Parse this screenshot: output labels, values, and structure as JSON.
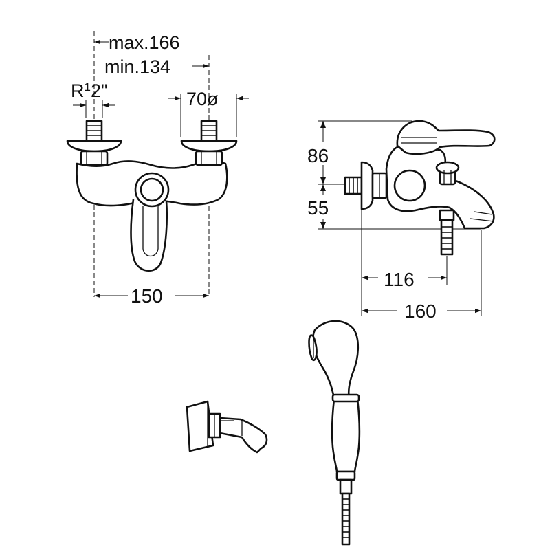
{
  "dimensions": {
    "max_spacing": "max.166",
    "min_spacing": "min.134",
    "thread_r": "R",
    "thread_fraction_num": "1",
    "thread_fraction_den": "2",
    "thread_inch": "\"",
    "rosette_diameter": "70ø",
    "body_width": "150",
    "height_top": "86",
    "height_bottom": "55",
    "spout_offset": "116",
    "total_depth": "160"
  }
}
